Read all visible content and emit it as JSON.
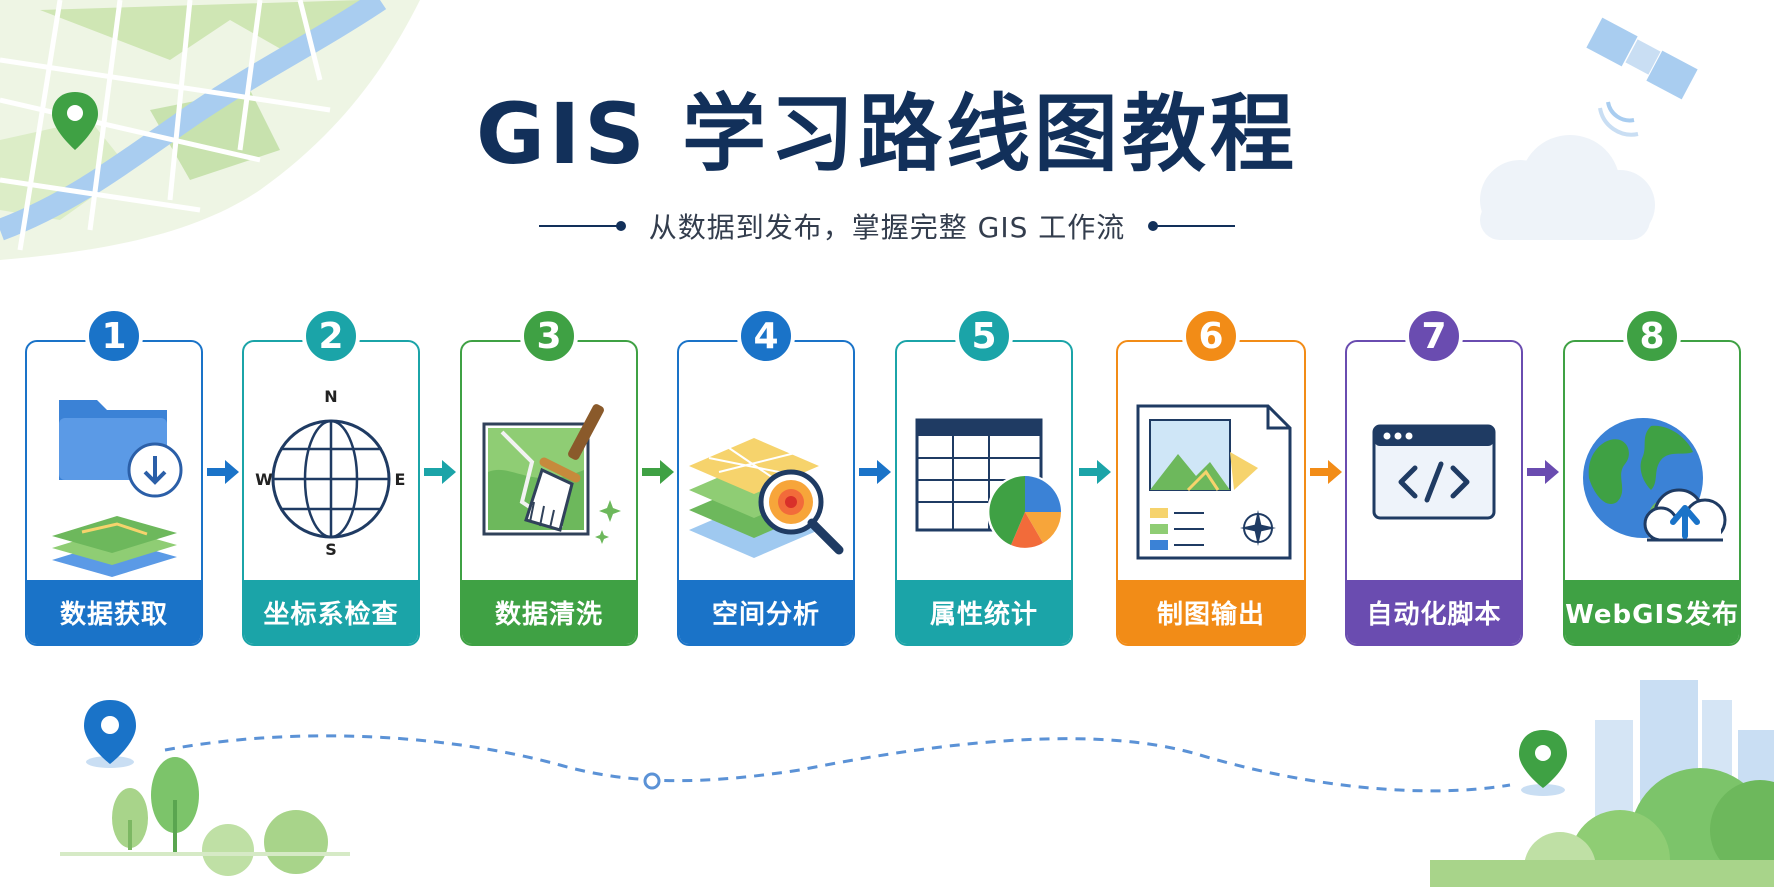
{
  "title": "GIS 学习路线图教程",
  "subtitle": "从数据到发布，掌握完整 GIS 工作流",
  "steps": [
    {
      "number": "1",
      "label": "数据获取",
      "color": "#1a73c8",
      "icon": "folder-download-layers-icon"
    },
    {
      "number": "2",
      "label": "坐标系检查",
      "color": "#1ba4a8",
      "icon": "globe-compass-icon"
    },
    {
      "number": "3",
      "label": "数据清洗",
      "color": "#3fa144",
      "icon": "map-broom-icon"
    },
    {
      "number": "4",
      "label": "空间分析",
      "color": "#1a73c8",
      "icon": "layers-magnifier-icon"
    },
    {
      "number": "5",
      "label": "属性统计",
      "color": "#1ba4a8",
      "icon": "table-pie-chart-icon"
    },
    {
      "number": "6",
      "label": "制图输出",
      "color": "#f28c17",
      "icon": "map-document-icon"
    },
    {
      "number": "7",
      "label": "自动化脚本",
      "color": "#6a4cb0",
      "icon": "code-window-icon"
    },
    {
      "number": "8",
      "label": "WebGIS发布",
      "color": "#3fa144",
      "icon": "globe-cloud-upload-icon"
    }
  ],
  "decorations": {
    "top_left": "city-map-icon",
    "top_right": "satellite-icon",
    "bottom_left": "location-pin-icon",
    "bottom_right": "city-skyline-icon"
  }
}
